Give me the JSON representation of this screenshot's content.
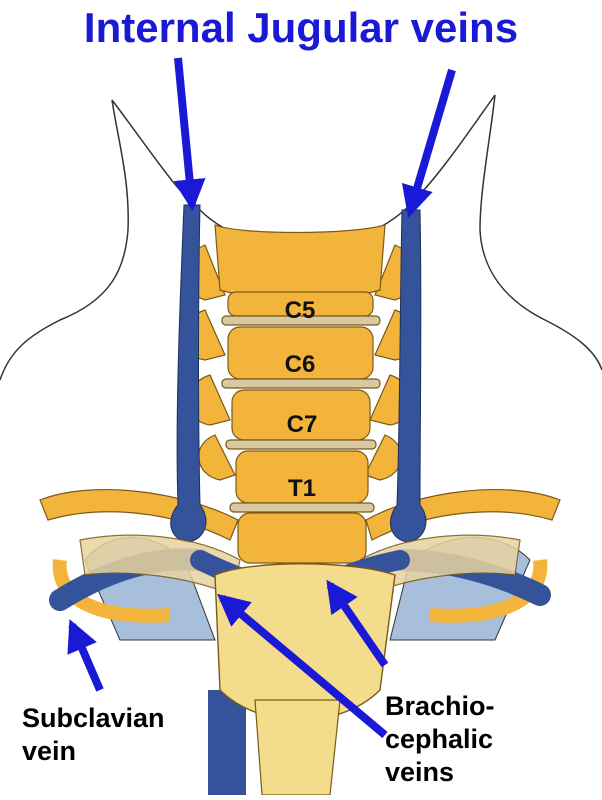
{
  "title": "Internal Jugular veins",
  "labels": {
    "subclavian": [
      "Subclavian",
      "vein"
    ],
    "brachiocephalic": [
      "Brachio-",
      "cephalic",
      "veins"
    ]
  },
  "vertebrae": [
    "C5",
    "C6",
    "C7",
    "T1"
  ],
  "colors": {
    "arrow": "#1a1ad6",
    "vein": "#34539a",
    "bone": "#f2b43a",
    "bone_light": "#f9d98a",
    "sternum": "#f3dc8c",
    "pleura": "#a8bfdc"
  }
}
